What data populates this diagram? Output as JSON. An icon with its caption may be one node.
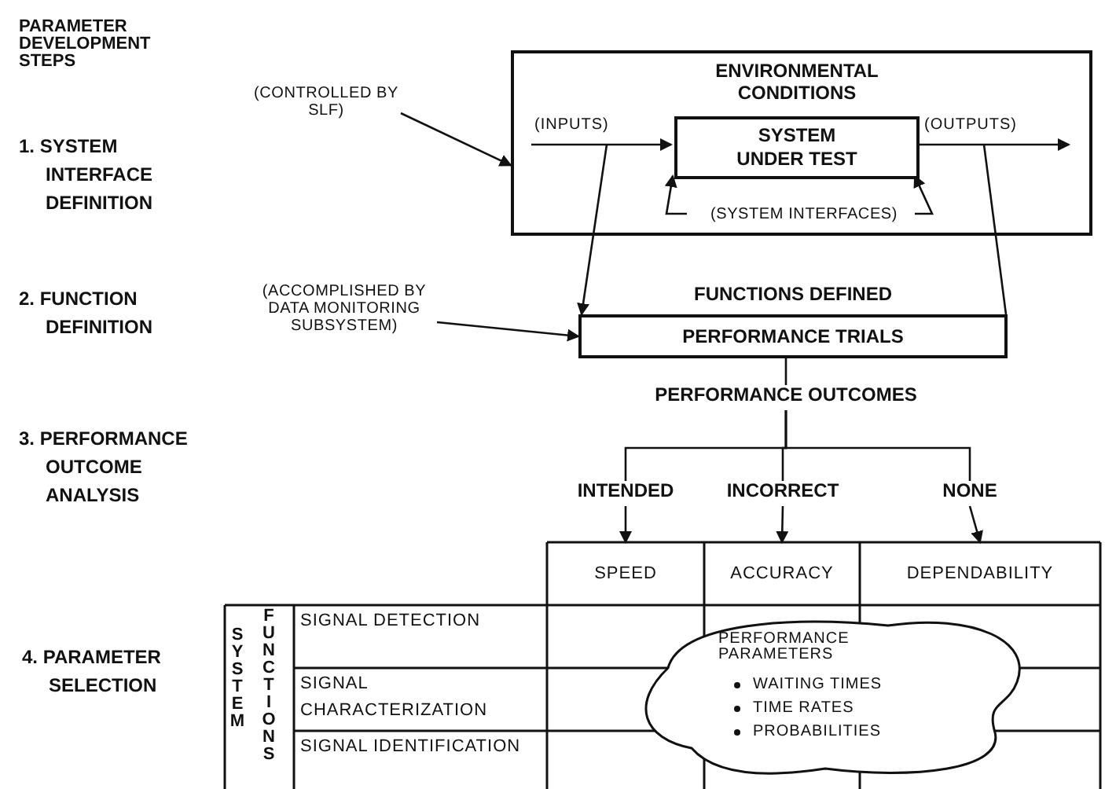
{
  "diagram": {
    "title": "PARAMETER DEVELOPMENT STEPS",
    "nodes": [
      {
        "text": [
          "ENVIRONMENTAL CONDITIONS"
        ]
      },
      {
        "text": [
          "SYSTEM UNDER TEST"
        ],
        "in": 0
      },
      {
        "text": [
          "(CONTROLLED BY SLF)"
        ]
      },
      {
        "text": [
          "(SYSTEM INTERFACES)"
        ],
        "in": 0
      },
      {
        "text": [
          "FUNCTIONS DEFINED",
          "PERFORMANCE TRIALS"
        ]
      },
      {
        "text": [
          "(ACCOMPLISHED BY DATA MONITORING SUBSYSTEM)"
        ]
      },
      {
        "text": [
          "PERFORMANCE OUTCOMES"
        ]
      },
      {
        "text": [
          "INTENDED"
        ]
      },
      {
        "text": [
          "INCORRECT"
        ]
      },
      {
        "text": [
          "NONE"
        ]
      },
      {
        "text": [
          "SPEED"
        ]
      },
      {
        "text": [
          "ACCURACY"
        ]
      },
      {
        "text": [
          "DEPENDABILITY"
        ]
      },
      {
        "text": [
          "PERFORMANCE PARAMETERS",
          "WAITING TIMES",
          "TIME RATES",
          "PROBABILITIES"
        ]
      }
    ],
    "edges": [
      {
        "from": 2,
        "to": 0,
        "arrow": "to"
      },
      {
        "from": null,
        "to": 1,
        "arrow": "to",
        "label": "(INPUTS)"
      },
      {
        "from": 1,
        "to": null,
        "arrow": "to",
        "label": "(OUTPUTS)"
      },
      {
        "from": 3,
        "to": 1,
        "arrow": "to"
      },
      {
        "from": 3,
        "to": 1,
        "arrow": "to"
      },
      {
        "from": null,
        "to": 4,
        "arrow": "to"
      },
      {
        "from": null,
        "to": 4,
        "arrow": "none"
      },
      {
        "from": 5,
        "to": 4,
        "arrow": "to"
      },
      {
        "from": 4,
        "to": 6,
        "arrow": "none"
      },
      {
        "from": 6,
        "to": 7,
        "arrow": "none"
      },
      {
        "from": 6,
        "to": 8,
        "arrow": "none"
      },
      {
        "from": 6,
        "to": 9,
        "arrow": "none"
      },
      {
        "from": 7,
        "to": 10,
        "arrow": "to"
      },
      {
        "from": 8,
        "to": 11,
        "arrow": "to"
      },
      {
        "from": 9,
        "to": 12,
        "arrow": "to"
      }
    ],
    "labels": [
      "1. SYSTEM INTERFACE DEFINITION",
      "2. FUNCTION DEFINITION",
      "3. PERFORMANCE OUTCOME ANALYSIS",
      "4. PARAMETER SELECTION",
      "SYSTEM",
      "FUNCTIONS",
      "SIGNAL DETECTION",
      "SIGNAL CHARACTERIZATION",
      "SIGNAL IDENTIFICATION"
    ]
  }
}
